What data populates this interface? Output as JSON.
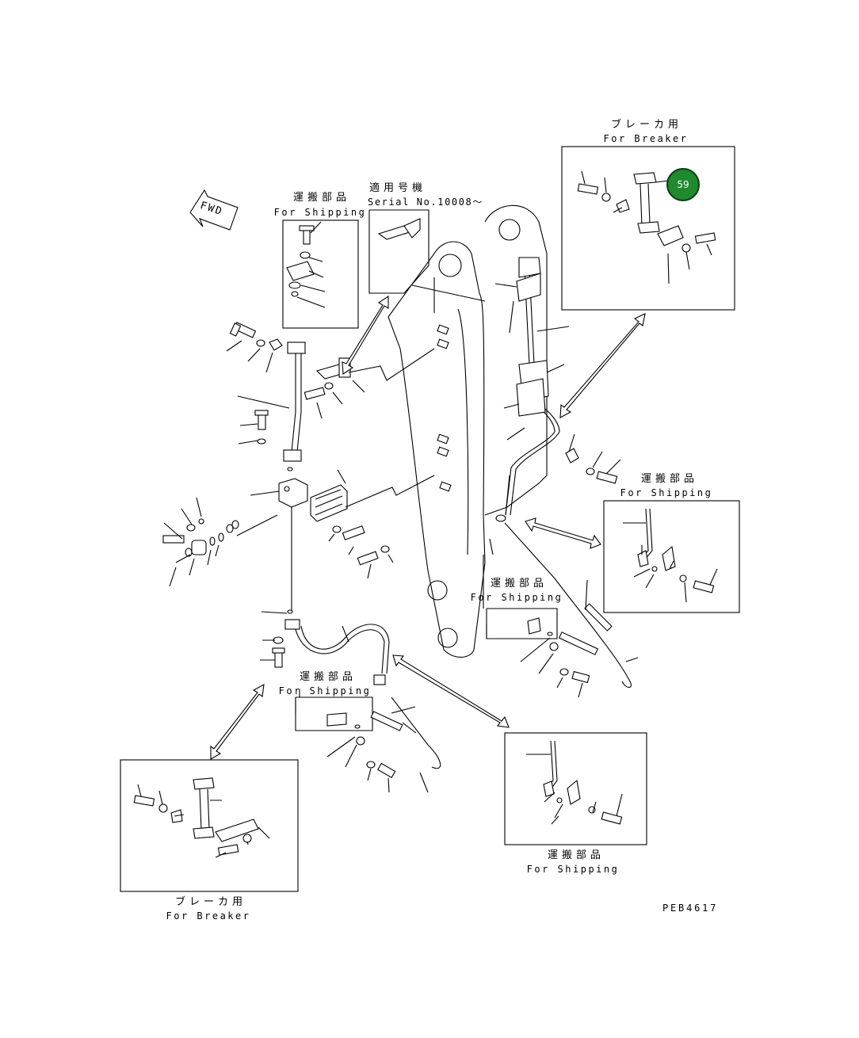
{
  "labels": {
    "breaker_top_jp": "ブレーカ用",
    "breaker_top_en": "For Breaker",
    "shipping1_jp": "運搬部品",
    "shipping1_en": "For Shipping",
    "serial_jp": "適用号機",
    "serial_en": "Serial No.10008～",
    "fwd": "FWD",
    "shipping_right_jp": "運搬部品",
    "shipping_right_en": "For Shipping",
    "shipping_mid_jp": "運搬部品",
    "shipping_mid_en": "For Shipping",
    "shipping_lower_jp": "運搬部品",
    "shipping_lower_en": "For Shipping",
    "shipping_bottom_jp": "運搬部品",
    "shipping_bottom_en": "For Shipping",
    "breaker_bottom_jp": "ブレーカ用",
    "breaker_bottom_en": "For Breaker",
    "drawing_code": "PEB4617"
  },
  "callout": {
    "number": "59",
    "color": "#1f8a2e"
  }
}
